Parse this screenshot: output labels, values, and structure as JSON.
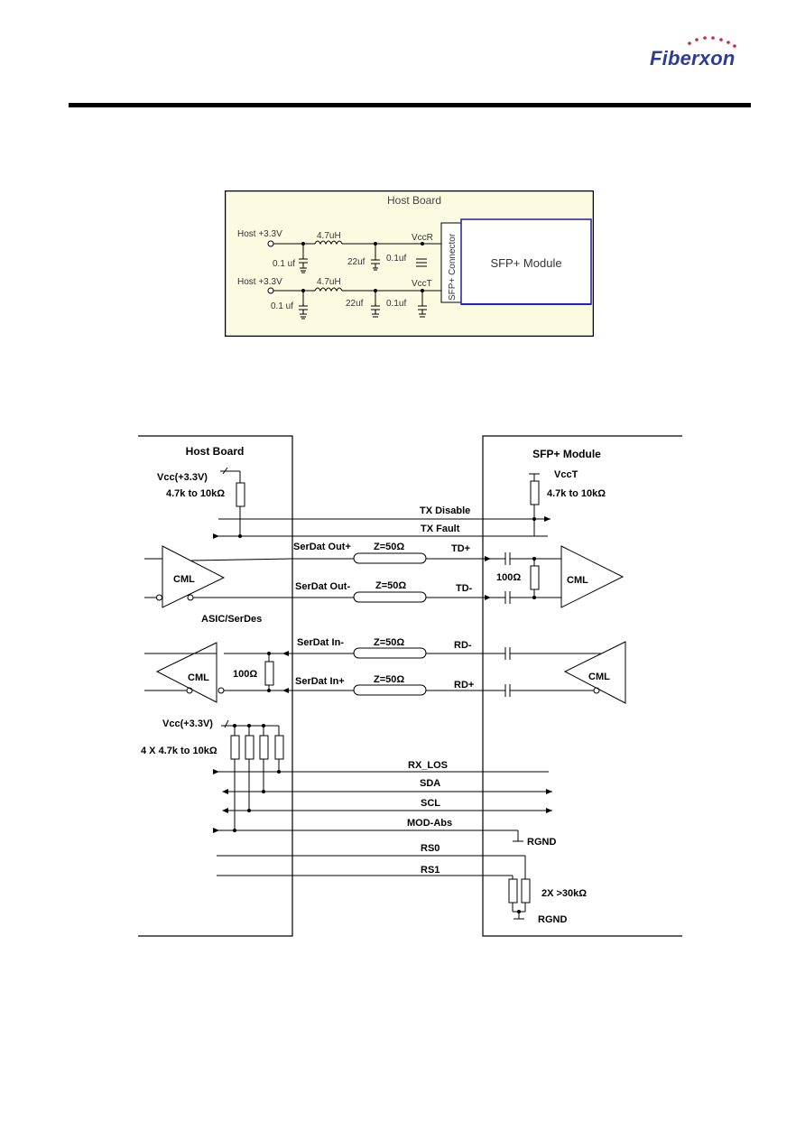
{
  "header": {
    "logo_text": "Fiberxon",
    "logo_color": "#2e3d8f",
    "logo_dot_color": "#d0223b"
  },
  "power_diagram": {
    "panel_title": "Host Board",
    "panel_bg": "#fbfbe2",
    "host_supply_1": "Host +3.3V",
    "host_supply_2": "Host +3.3V",
    "inductor_1": "4.7uH",
    "inductor_2": "4.7uH",
    "cap_host_1": "0.1 uf",
    "cap_host_2": "0.1 uf",
    "cap_bulk_1": "22uf",
    "cap_bulk_2": "22uf",
    "cap_bypass_1": "0.1uf",
    "cap_bypass_2": "0.1uf",
    "rail_rx": "VccR",
    "rail_tx": "VccT",
    "connector_label": "SFP+ Connector",
    "module_label": "SFP+ Module"
  },
  "interface_diagram": {
    "host_title": "Host Board",
    "module_title": "SFP+ Module",
    "host_pullup_vcc": "Vcc(+3.3V)",
    "host_pullup_value": "4.7k to 10kΩ",
    "module_vcc": "VccT",
    "module_pullup_value": "4.7k to 10kΩ",
    "tx_disable": "TX Disable",
    "tx_fault": "TX Fault",
    "serdat_out_p": "SerDat Out+",
    "serdat_out_n": "SerDat Out-",
    "serdat_in_n": "SerDat In-",
    "serdat_in_p": "SerDat In+",
    "impedance_1": "Z=50Ω",
    "impedance_2": "Z=50Ω",
    "impedance_3": "Z=50Ω",
    "impedance_4": "Z=50Ω",
    "td_p": "TD+",
    "td_n": "TD-",
    "rd_n": "RD-",
    "rd_p": "RD+",
    "cml_host_tx": "CML",
    "cml_host_rx": "CML",
    "cml_module_tx": "CML",
    "cml_module_rx": "CML",
    "asic_label": "ASIC/SerDes",
    "module_term": "100Ω",
    "host_term": "100Ω",
    "host_vcc_2": "Vcc(+3.3V)",
    "host_quad_pullup": "4 X 4.7k to 10kΩ",
    "rx_los": "RX_LOS",
    "sda": "SDA",
    "scl": "SCL",
    "mod_abs": "MOD-Abs",
    "rgnd_1": "RGND",
    "rs0": "RS0",
    "rs1": "RS1",
    "rs_resistors": "2X >30kΩ",
    "rgnd_2": "RGND"
  }
}
